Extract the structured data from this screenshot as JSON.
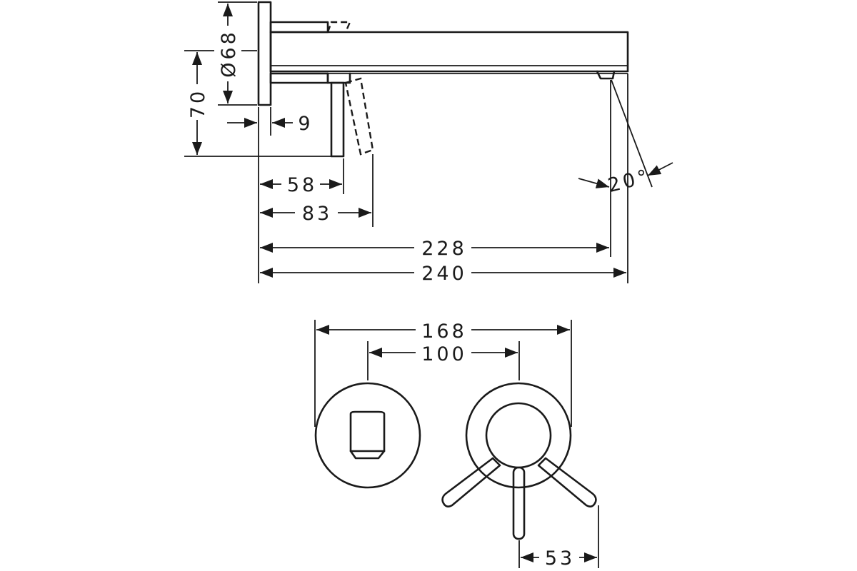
{
  "dimensions": {
    "d9": "9",
    "d58": "58",
    "d70": "70",
    "d68": "Ø68",
    "d83": "83",
    "d228": "228",
    "d240": "240",
    "angle": "20°",
    "d168": "168",
    "d100": "100",
    "d53": "53"
  },
  "colors": {
    "line": "#1a1a1a",
    "background": "#ffffff"
  }
}
